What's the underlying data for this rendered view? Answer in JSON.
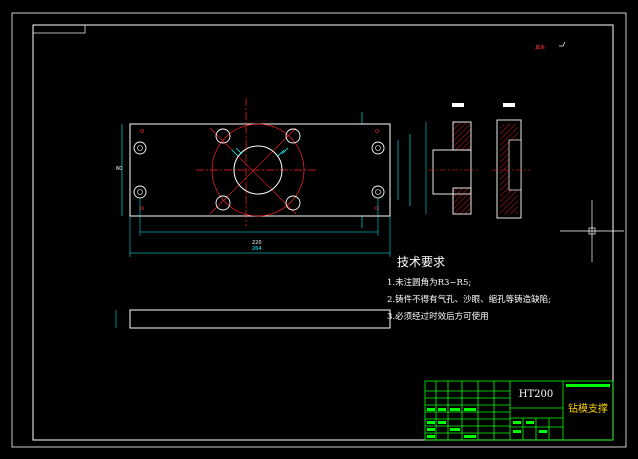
{
  "drawing": {
    "colors": {
      "background": "#000000",
      "outline": "#ffffff",
      "centerline": "#ff2020",
      "dimension": "#00ffff",
      "titleblock": "#00ff00",
      "partname": "#ffd400"
    },
    "roughness_note": "其余",
    "technical_requirements": {
      "title": "技术要求",
      "items": [
        "1.未注圆角为R3~R5;",
        "2.铸件不得有气孔、沙眼、缩孔等铸造缺陷;",
        "3.必须经过时效后方可使用"
      ]
    },
    "dimensions": {
      "inner_width": "220",
      "overall_width": "264",
      "height": "60"
    },
    "title_block": {
      "material": "HT200",
      "part_name": "钻模支撑"
    }
  }
}
